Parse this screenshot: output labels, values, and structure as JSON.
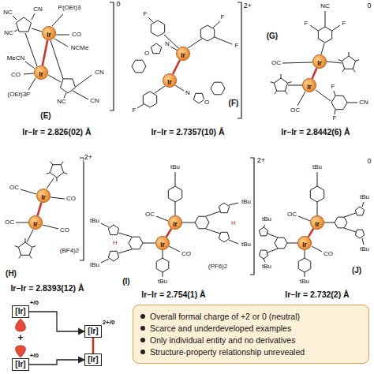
{
  "diagram": {
    "nodes": [
      {
        "text": [
          "Ir"
        ]
      },
      {
        "text": [
          "Ir"
        ]
      },
      {
        "text": [
          "Ir"
        ]
      },
      {
        "text": [
          "Ir"
        ]
      },
      {
        "text": [
          "Ir"
        ]
      },
      {
        "text": [
          "Ir"
        ]
      },
      {
        "text": [
          "Ir"
        ]
      },
      {
        "text": [
          "Ir"
        ]
      },
      {
        "text": [
          "Ir"
        ]
      },
      {
        "text": [
          "Ir"
        ]
      },
      {
        "text": [
          "Ir"
        ]
      },
      {
        "text": [
          "Ir"
        ]
      },
      {
        "text": [
          "[Ir]",
          "+/0"
        ]
      },
      {
        "text": [
          "[Ir]",
          "+/0"
        ]
      },
      {
        "text": [
          "[Ir]",
          "2+/0"
        ]
      },
      {
        "text": [
          "[Ir]"
        ]
      },
      {
        "text": [
          "Overall formal charge of +2 or 0 (neutral)",
          "Scarce and underdeveloped examples",
          "Only individual entity and no derivatives",
          "Structure-property relationship unrevealed"
        ]
      }
    ],
    "edges": [
      {
        "from": 0,
        "to": 1,
        "arrow": "none"
      },
      {
        "from": 2,
        "to": 3,
        "arrow": "none"
      },
      {
        "from": 4,
        "to": 5,
        "arrow": "none"
      },
      {
        "from": 6,
        "to": 7,
        "arrow": "none"
      },
      {
        "from": 8,
        "to": 9,
        "arrow": "none"
      },
      {
        "from": 10,
        "to": 11,
        "arrow": "none"
      },
      {
        "from": 12,
        "to": 14,
        "arrow": "to"
      },
      {
        "from": 13,
        "to": 15,
        "arrow": "to"
      },
      {
        "from": 14,
        "to": 15,
        "arrow": "none"
      }
    ],
    "labels": [
      "P(OEt)3",
      "0",
      "NC",
      "CN",
      "NC",
      "CO",
      "NCMe",
      "MeCN",
      "CO",
      "NC",
      "CN",
      "CN",
      "(OEt)3P",
      "(E)",
      "Ir–Ir = 2.826(02) Å",
      "2+",
      "F",
      "F",
      "F",
      "F",
      "N",
      "O",
      "N",
      "O",
      "(F)",
      "Ir–Ir = 2.7357(10) Å",
      "0",
      "NC",
      "F",
      "F",
      "OC",
      "OC",
      "F",
      "F",
      "CN",
      "(G)",
      "Ir–Ir = 2.8442(6) Å",
      "2+",
      "OC",
      "CO",
      "OC",
      "CO",
      "(BF4)2",
      "(H)",
      "Ir–Ir = 2.8393(12) Å",
      "2+",
      "tBu",
      "tBu",
      "tBu",
      "H",
      "OC",
      "CO",
      "tBu",
      "tBu",
      "H",
      "tBu",
      "(PF6)2",
      "(I)",
      "Ir–Ir = 2.754(1) Å",
      "0",
      "tBu",
      "tBu",
      "tBu",
      "OC",
      "CO",
      "tBu",
      "tBu",
      "tBu",
      "(J)",
      "Ir–Ir = 2.732(2) Å",
      "+"
    ]
  }
}
